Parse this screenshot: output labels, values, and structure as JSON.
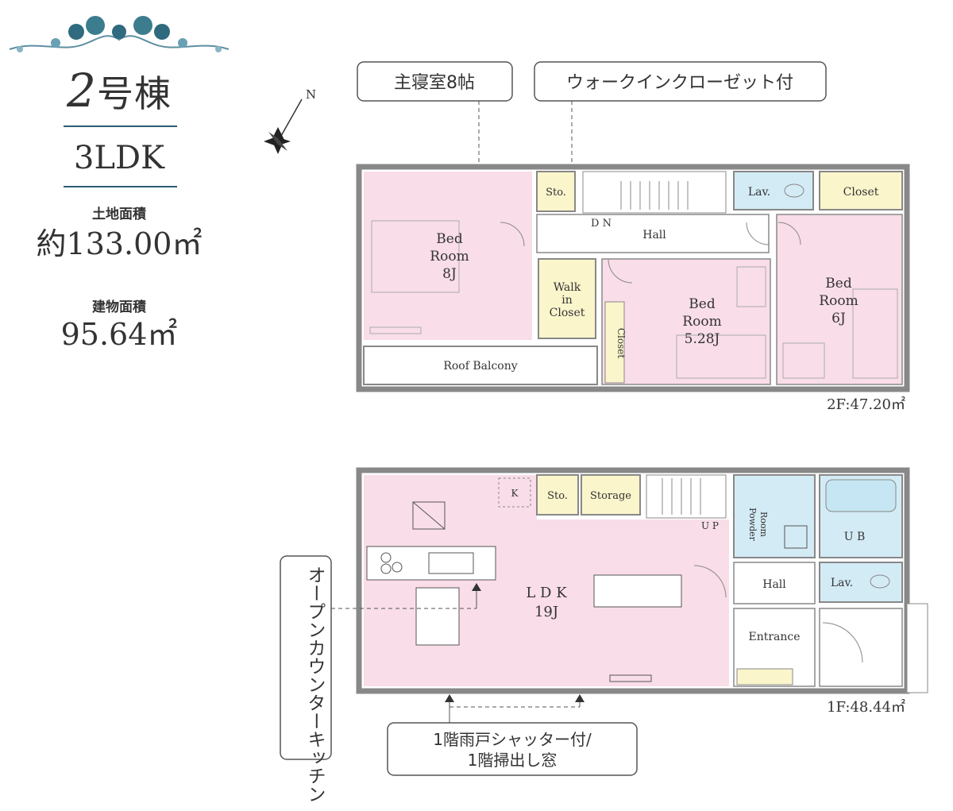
{
  "header": {
    "building_num": "2",
    "building_suffix": "号棟",
    "layout_type": "3LDK",
    "land_area_label": "土地面積",
    "land_area_value": "約133.00㎡",
    "building_area_label": "建物面積",
    "building_area_value": "95.64㎡"
  },
  "callouts": {
    "master_bedroom": "主寝室8帖",
    "walk_in_closet": "ウォークインクローゼット付",
    "open_kitchen": "オープンカウンターキッチン",
    "shutter_line1": "1階雨戸シャッター付/",
    "shutter_line2": "1階掃出し窓"
  },
  "compass": {
    "north": "N"
  },
  "floor2": {
    "area_label": "2F:47.20㎡",
    "rooms": {
      "bed1_line1": "Bed",
      "bed1_line2": "Room",
      "bed1_size": "8J",
      "walkin_line1": "Walk",
      "walkin_line2": "in",
      "walkin_line3": "Closet",
      "bed2_line1": "Bed",
      "bed2_line2": "Room",
      "bed2_size": "5.28J",
      "bed3_line1": "Bed",
      "bed3_line2": "Room",
      "bed3_size": "6J",
      "sto": "Sto.",
      "lav": "Lav.",
      "closet_top": "Closet",
      "closet_side": "Closet",
      "hall": "Hall",
      "dn": "D N",
      "roof_balcony": "Roof Balcony"
    }
  },
  "floor1": {
    "area_label": "1F:48.44㎡",
    "rooms": {
      "ldk_line1": "L D K",
      "ldk_size": "19J",
      "sto": "Sto.",
      "storage": "Storage",
      "up": "U P",
      "powder_line1": "Powder",
      "powder_line2": "Room",
      "ub": "U B",
      "hall": "Hall",
      "lav": "Lav.",
      "entrance": "Entrance",
      "k": "K"
    }
  },
  "colors": {
    "room_pink": "#f9dde9",
    "wet_blue": "#d3ebf5",
    "closet_yellow": "#fbf5cc",
    "wall_gray": "#888888",
    "accent_teal": "#2c5d74"
  }
}
